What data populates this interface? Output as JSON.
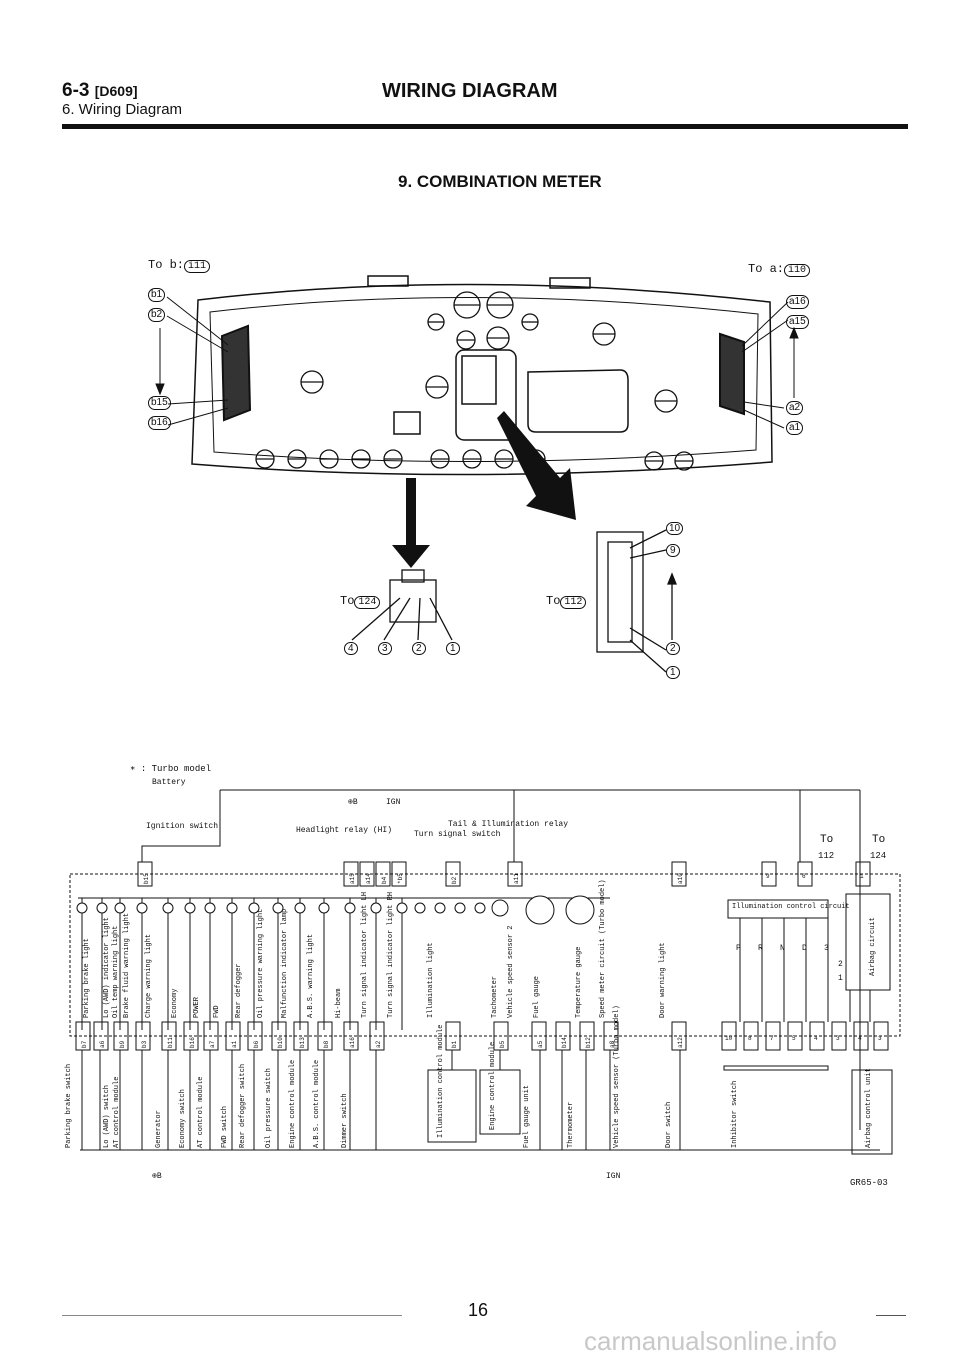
{
  "header": {
    "section_code": "6-3",
    "section_ref": "[D609]",
    "section_subtitle": "6. Wiring Diagram",
    "title": "WIRING DIAGRAM"
  },
  "diagram": {
    "title": "9. COMBINATION METER",
    "callouts": {
      "to_b": "To b:",
      "to_b_ref": "i11",
      "to_a": "To a:",
      "to_a_ref": "i10",
      "to_124": "To",
      "to_124_ref": "124",
      "to_112": "To",
      "to_112_ref": "112",
      "left_pins": [
        "b1",
        "b2",
        "b15",
        "b16"
      ],
      "right_pins": [
        "a16",
        "a15",
        "a2",
        "a1"
      ],
      "conn124_pins": [
        "4",
        "3",
        "2",
        "1"
      ],
      "conn112_pins": [
        "10",
        "9",
        "2",
        "1"
      ]
    },
    "turbo_note": "∗ : Turbo model",
    "schematic": {
      "battery": "Battery",
      "ignition": "Ignition switch",
      "supply_b": "⊕B",
      "supply_ign": "IGN",
      "headlight_relay": "Headlight relay (HI)",
      "turn_signal_relay": "Turn signal switch",
      "tail_illum": "Tail & Illumination relay",
      "to_right_1": "To",
      "to_right_1_ref": "112",
      "to_right_2": "To",
      "to_right_2_ref": "124",
      "illum_circuit": "Illumination control circuit",
      "airbag_circuit": "Airbag circuit",
      "top_pins": [
        "b15",
        "*b13",
        "a15",
        "*b6",
        "a14",
        "*a11",
        "b4",
        "*b5",
        "b2",
        "*a16",
        "a11",
        "a10",
        "*b6",
        "9",
        "6",
        "1"
      ],
      "lamps": [
        "Parking brake light",
        "Lo (AWD) indicator light",
        "Oil temp warning light",
        "Brake fluid warning light",
        "Charge warning light",
        "Economy",
        "POWER",
        "FWD",
        "Rear defogger",
        "Oil pressure warning light",
        "Malfunction indicator lamp",
        "A.B.S. warning light",
        "Hi-beam",
        "Turn signal indicator light LH",
        "Turn signal indicator light RH",
        "Illumination light",
        "Tachometer",
        "Vehicle speed sensor 2",
        "Fuel gauge",
        "Temperature gauge",
        "Speed meter circuit (Turbo model)",
        "Door warning light"
      ],
      "shift_positions": [
        "P",
        "R",
        "N",
        "D",
        "3",
        "2",
        "1"
      ],
      "bottom_pins": [
        "b7",
        "*b10",
        "a6",
        "b9",
        "b3",
        "*a14",
        "b11",
        "*a5",
        "b16",
        "a7",
        "a1",
        "b6",
        "*a10",
        "b10",
        "*a6",
        "b13",
        "*a2",
        "b8",
        "*a8",
        "a16",
        "*b3",
        "a2",
        "*b15",
        "b1",
        "*a15",
        "b5",
        "*a12",
        "a5",
        "*b14",
        "b14",
        "*a3",
        "b12",
        "*a4",
        "a8",
        "*b8",
        "a12",
        "*b7",
        "10",
        "8",
        "7",
        "5",
        "4",
        "3",
        "2",
        "4",
        "3"
      ],
      "components": [
        "Parking brake switch",
        "Lo (AWD) switch",
        "AT control module",
        "Generator",
        "Economy switch",
        "AT control module",
        "FWD switch",
        "Rear defogger switch",
        "Oil pressure switch",
        "Engine control module",
        "A.B.S. control module",
        "Dimmer switch",
        "Illumination control module",
        "Engine control module",
        "Fuel gauge unit",
        "Thermometer",
        "Vehicle speed sensor (Turbo model)",
        "Door switch",
        "Inhibitor switch",
        "Airbag control unit"
      ],
      "ground_b": "⊕B",
      "ground_ign": "IGN"
    },
    "figure_code": "GR65-03"
  },
  "footer": {
    "page_number": "16",
    "watermark": "carmanualsonline.info"
  }
}
